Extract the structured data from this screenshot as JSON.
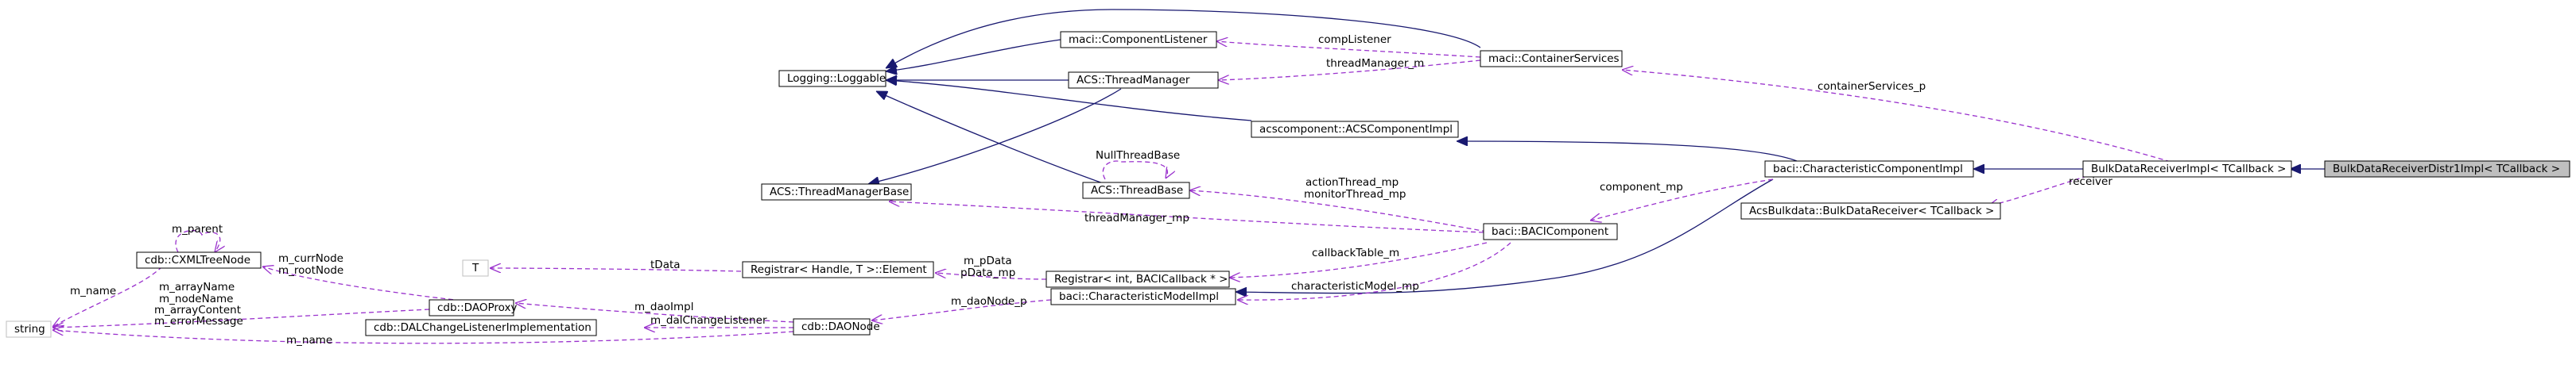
{
  "diagram": {
    "nodes": [
      {
        "id": "focus",
        "label": "BulkDataReceiverDistr1Impl< TCallback >"
      },
      {
        "id": "bdr",
        "label": "BulkDataReceiverImpl< TCallback >"
      },
      {
        "id": "cci",
        "label": "baci::CharacteristicComponentImpl"
      },
      {
        "id": "acs",
        "label": "acscomponent::ACSComponentImpl"
      },
      {
        "id": "loggable",
        "label": "Logging::Loggable"
      },
      {
        "id": "complistener",
        "label": "maci::ComponentListener"
      },
      {
        "id": "threadmgr",
        "label": "ACS::ThreadManager"
      },
      {
        "id": "containersvc",
        "label": "maci::ContainerServices"
      },
      {
        "id": "tmbase",
        "label": "ACS::ThreadManagerBase"
      },
      {
        "id": "threadbase",
        "label": "ACS::ThreadBase"
      },
      {
        "id": "bacicomp",
        "label": "baci::BACIComponent"
      },
      {
        "id": "acsbulk",
        "label": "AcsBulkdata::BulkDataReceiver< TCallback >"
      },
      {
        "id": "t",
        "label": "T"
      },
      {
        "id": "regelem",
        "label": "Registrar< Handle, T >::Element"
      },
      {
        "id": "regint",
        "label": "Registrar< int, BACICallback * >"
      },
      {
        "id": "cmi",
        "label": "baci::CharacteristicModelImpl"
      },
      {
        "id": "cxml",
        "label": "cdb::CXMLTreeNode"
      },
      {
        "id": "daoproxy",
        "label": "cdb::DAOProxy"
      },
      {
        "id": "daonode",
        "label": "cdb::DAONode"
      },
      {
        "id": "dalcl",
        "label": "cdb::DALChangeListenerImplementation"
      },
      {
        "id": "string",
        "label": "string"
      }
    ],
    "edge_labels": {
      "comp_listener": "compListener",
      "thread_manager_m": "threadManager_m",
      "container_services_p": "containerServices_p",
      "receiver": "receiver",
      "null_thread_base": "NullThreadBase",
      "action_thread_mp": "actionThread_mp",
      "monitor_thread_mp": "monitorThread_mp",
      "component_mp": "component_mp",
      "thread_manager_mp": "threadManager_mp",
      "m_parent": "m_parent",
      "m_curr_node": "m_currNode",
      "m_root_node": "m_rootNode",
      "t_data": "tData",
      "m_pdata": "m_pData",
      "pdata_mp": "pData_mp",
      "callback_table_m": "callbackTable_m",
      "m_name_top": "m_name",
      "m_array_name": "m_arrayName",
      "m_node_name": "m_nodeName",
      "m_array_content": "m_arrayContent",
      "m_error_message": "m_errorMessage",
      "m_dao_impl": "m_daoImpl",
      "characteristic_model_mp": "characteristicModel_mp",
      "m_dao_node_p": "m_daoNode_p",
      "m_dal_change_listener": "m_dalChangeListener",
      "m_name_bottom": "m_name"
    }
  }
}
